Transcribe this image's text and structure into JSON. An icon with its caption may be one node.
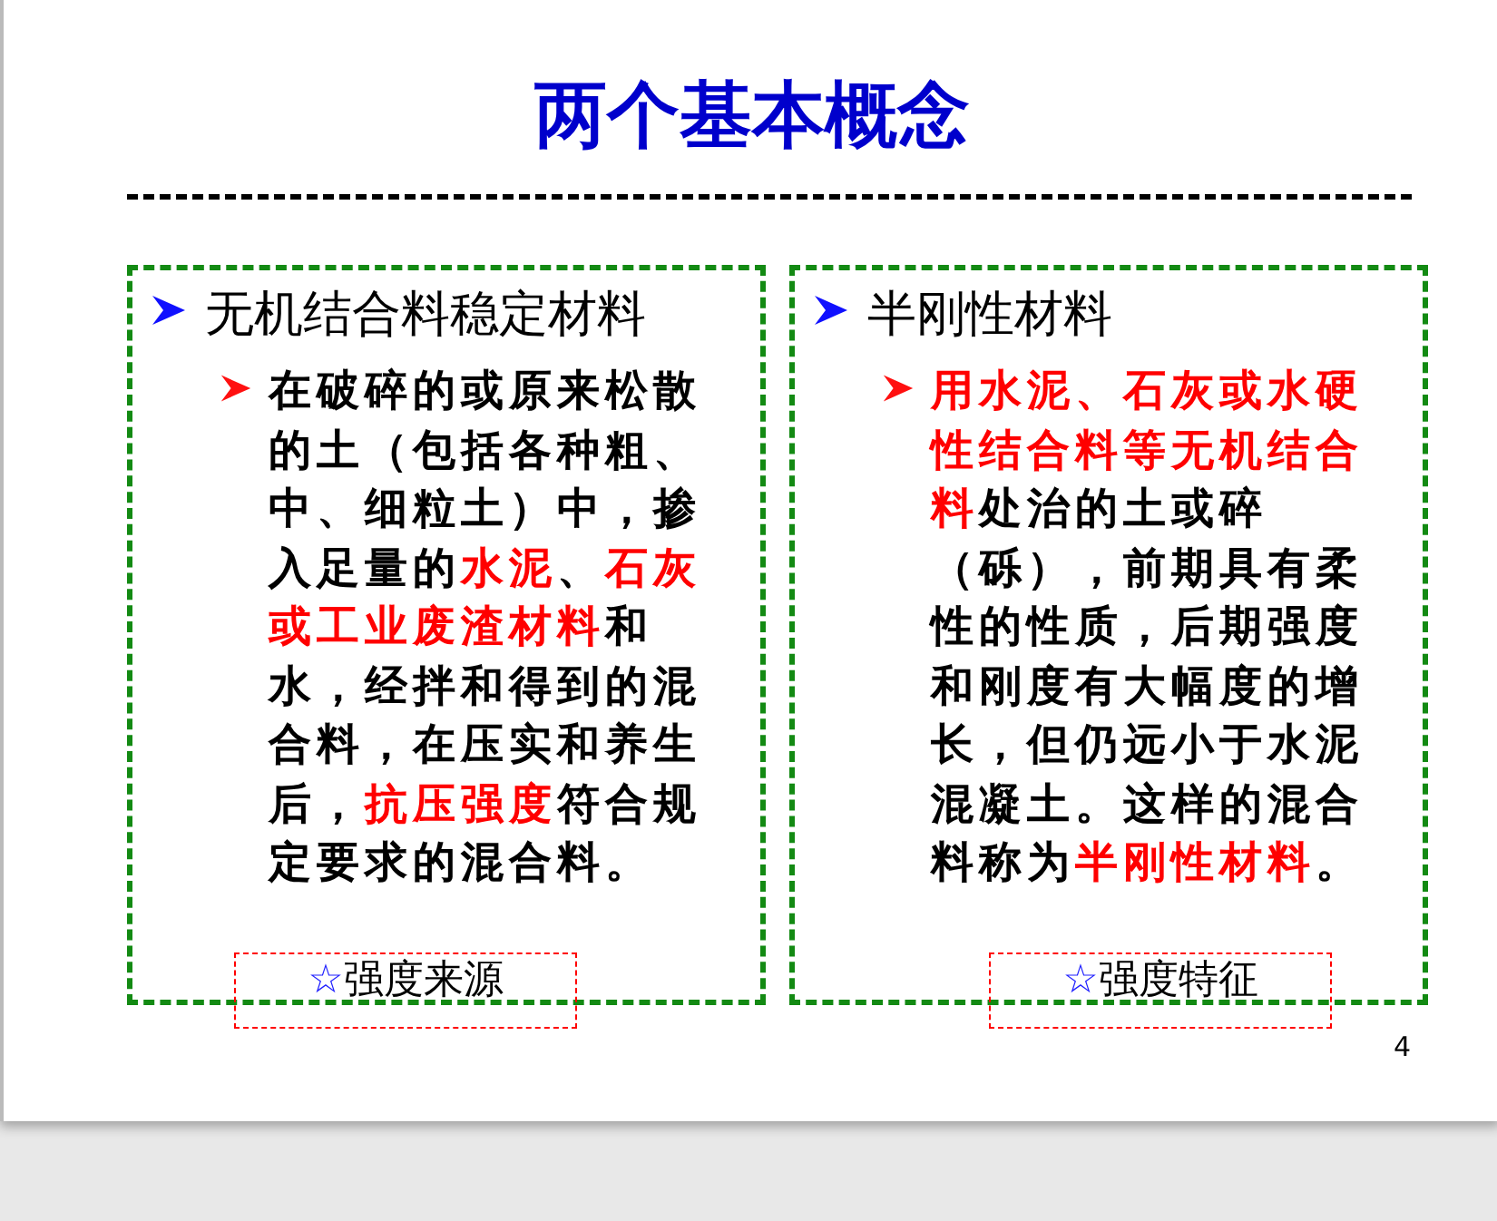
{
  "diagram": {
    "title": "两个基本概念",
    "nodes": [
      {
        "text": [
          "无机结合料稳定材料",
          "在破碎的或原来松散的土（包括各种粗、中、细粒土）中，掺入足量的**水泥**、**石灰或工业废渣材料**和水，经拌和得到的混合料，在压实和养生后，**抗压强度**符合规定要求的混合料。"
        ]
      },
      {
        "text": [
          "半刚性材料",
          "**用水泥、石灰或水硬性结合料等无机结合料**处治的土或碎（砾），前期具有柔性的性质，后期强度和刚度有大幅度的增长，但仍远小于水泥混凝土。这样的混合料称为**半刚性材料**。"
        ]
      },
      {
        "text": [
          "☆强度来源"
        ]
      },
      {
        "text": [
          "☆强度特征"
        ]
      }
    ],
    "labels": [
      "4"
    ]
  }
}
